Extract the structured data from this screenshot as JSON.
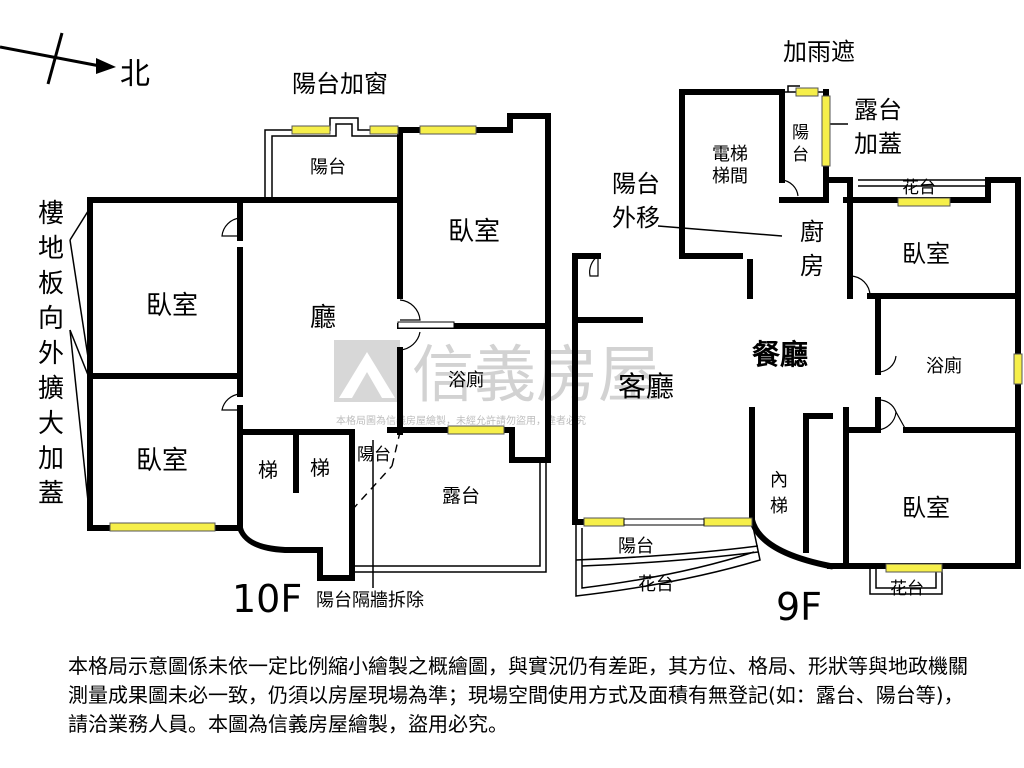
{
  "compass": {
    "north_label": "北"
  },
  "floor10": {
    "floor_label": "10F",
    "rooms": {
      "balcony": "陽台",
      "bedroom_top_right": "臥室",
      "bedroom_left_top": "臥室",
      "living": "廳",
      "bedroom_left_bottom": "臥室",
      "bathroom": "浴廁",
      "stair_a": "梯",
      "stair_b": "梯",
      "small_balcony": "陽台",
      "terrace": "露台"
    },
    "notes": {
      "balcony_window": "陽台加窗",
      "floor_extend": "樓地板向外擴大加蓋",
      "wall_removed": "陽台隔牆拆除"
    }
  },
  "floor9": {
    "floor_label": "9F",
    "rooms": {
      "elevator": "電梯梯間",
      "balcony_small": "陽台",
      "kitchen": "廚房",
      "flower_top": "花台",
      "bedroom_top": "臥室",
      "living": "客廳",
      "dining": "餐廳",
      "bathroom": "浴廁",
      "inner_stair": "內梯",
      "bedroom_bottom": "臥室",
      "balcony_bottom": "陽台",
      "flower_bottom": "花台",
      "flower_bottom_right": "花台"
    },
    "notes": {
      "rain_cover": "加雨遮",
      "terrace_cover": "露台加蓋",
      "balcony_moved": "陽台外移"
    }
  },
  "watermark": {
    "brand": "信義房屋",
    "small_text": "本格局圖為信義房屋繪製，未經允許請勿盜用，違者必究"
  },
  "disclaimer": "本格局示意圖係未依一定比例縮小繪製之概繪圖，與實況仍有差距，其方位、格局、形狀等與地政機關測量成果圖未必一致，仍須以房屋現場為準；現場空間使用方式及面積有無登記(如：露台、陽台等)，請洽業務人員。本圖為信義房屋繪製，盜用必究。",
  "colors": {
    "window": "#f6ef4a",
    "wall": "#000000",
    "watermark": "#d7d7d7"
  }
}
